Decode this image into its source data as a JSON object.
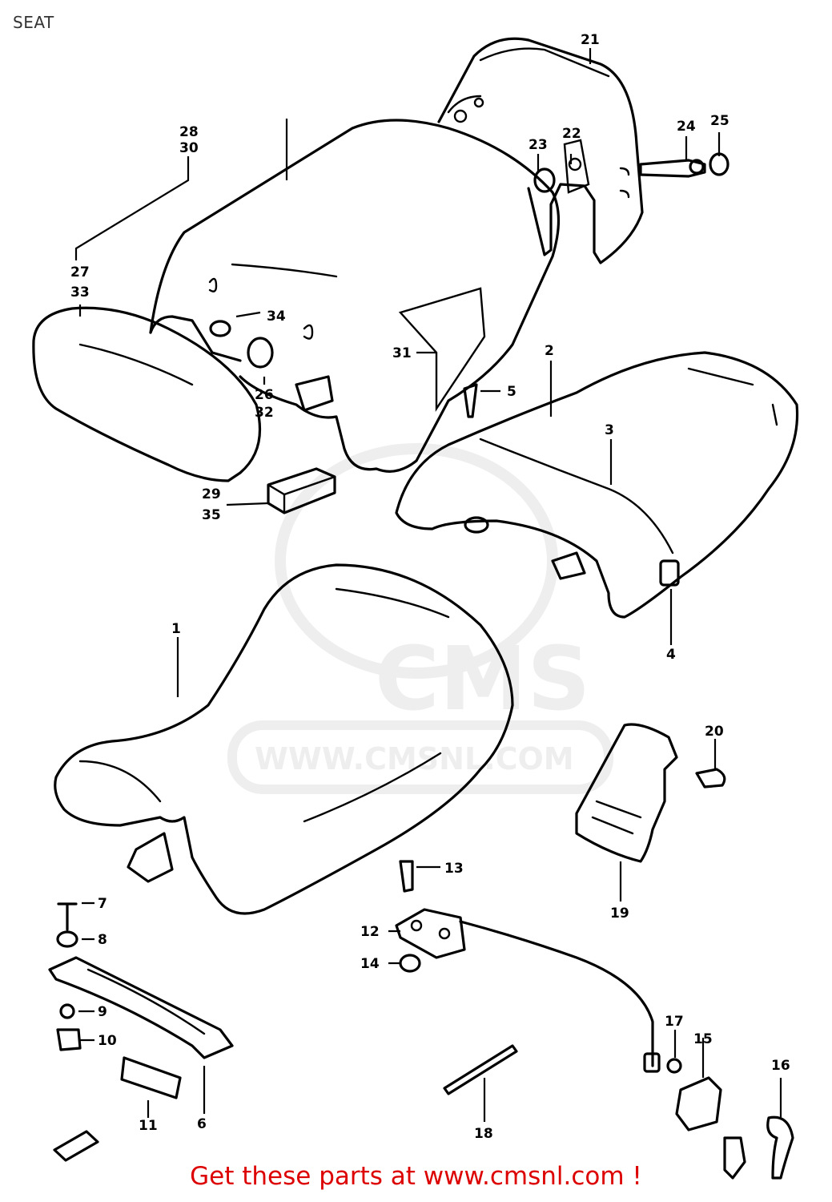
{
  "header": {
    "title": "SEAT"
  },
  "watermark": {
    "brand": "CMS",
    "url": "WWW.CMSNL.COM",
    "color": "#eeeeee"
  },
  "footer": {
    "text": "Get these parts at www.cmsnl.com !",
    "color": "#dd0000"
  },
  "diagram": {
    "callouts": [
      "21",
      "28",
      "30",
      "23",
      "22",
      "24",
      "25",
      "27",
      "33",
      "34",
      "31",
      "2",
      "5",
      "26",
      "32",
      "3",
      "29",
      "35",
      "4",
      "1",
      "20",
      "13",
      "7",
      "8",
      "12",
      "14",
      "19",
      "9",
      "10",
      "17",
      "15",
      "16",
      "11",
      "6",
      "18"
    ]
  }
}
